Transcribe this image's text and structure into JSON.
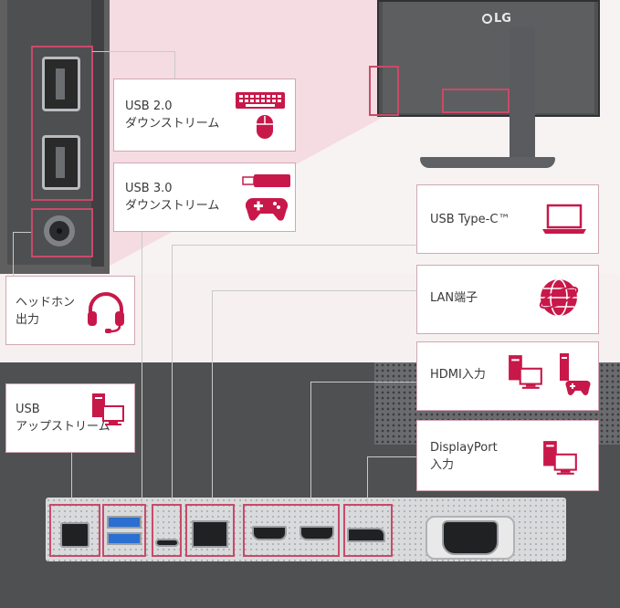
{
  "monitor": {
    "brand_logo": "LG"
  },
  "callouts": {
    "usb20": {
      "text": "USB 2.0\nダウンストリーム",
      "icons": [
        "keyboard-icon",
        "mouse-icon"
      ]
    },
    "usb30": {
      "text": "USB 3.0\nダウンストリーム",
      "icons": [
        "usb-stick-icon",
        "gamepad-icon"
      ]
    },
    "headphone": {
      "text": "ヘッドホン\n出力",
      "icons": [
        "headset-icon"
      ]
    },
    "usb_up": {
      "text": "USB\nアップストリーム",
      "icons": [
        "desktop-pc-icon"
      ]
    },
    "usbc": {
      "text": "USB Type-C™",
      "icons": [
        "laptop-icon"
      ]
    },
    "lan": {
      "text": "LAN端子",
      "icons": [
        "globe-icon"
      ]
    },
    "hdmi": {
      "text": "HDMI入力",
      "icons": [
        "desktop-pc-icon",
        "game-console-icon"
      ]
    },
    "dp": {
      "text": "DisplayPort\n入力",
      "icons": [
        "desktop-pc-icon"
      ]
    }
  },
  "colors": {
    "accent": "#c8184a",
    "highlight": "#c94a6a",
    "beam": "#f3c9d4"
  }
}
